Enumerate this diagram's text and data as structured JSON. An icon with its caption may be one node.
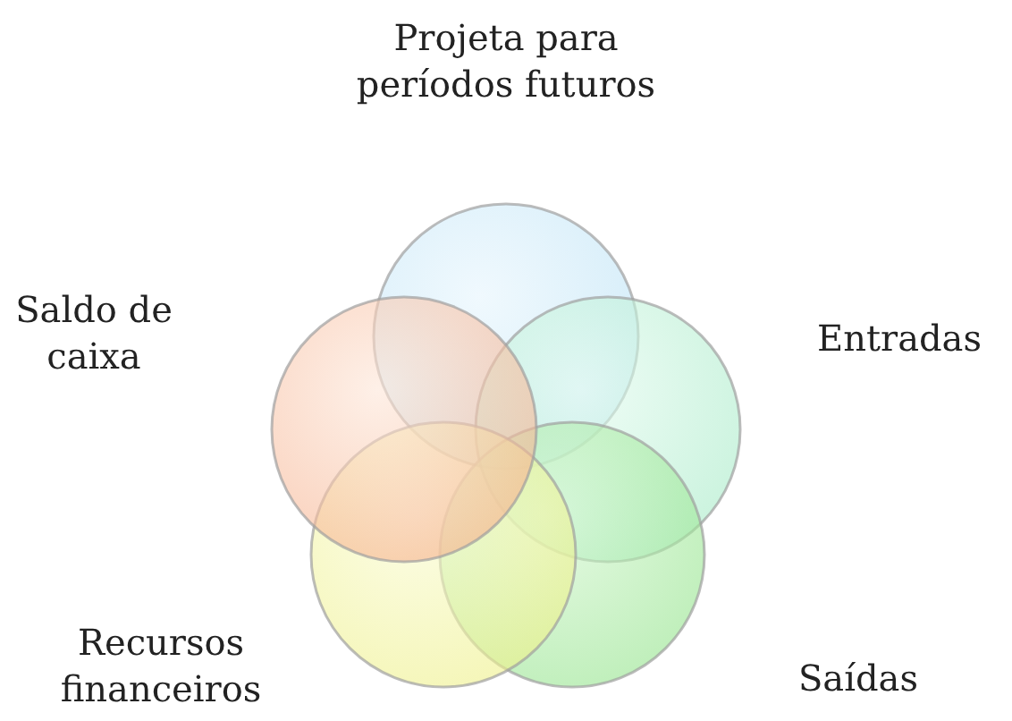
{
  "diagram": {
    "nodes": [
      {
        "text": [],
        "shape": "circle",
        "beside": [
          "Projeta para períodos futuros"
        ]
      },
      {
        "text": [],
        "shape": "circle",
        "beside": [
          "Entradas"
        ]
      },
      {
        "text": [],
        "shape": "circle",
        "beside": [
          "Saídas"
        ]
      },
      {
        "text": [],
        "shape": "circle",
        "beside": [
          "Recursos financeiros"
        ]
      },
      {
        "text": [],
        "shape": "circle",
        "beside": [
          "Saldo de caixa"
        ]
      }
    ]
  }
}
